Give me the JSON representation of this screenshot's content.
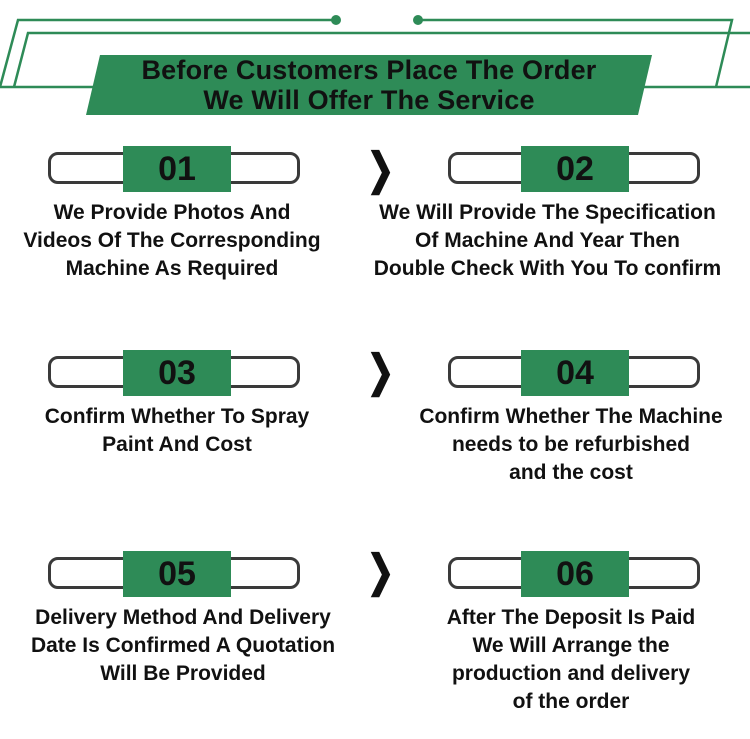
{
  "colors": {
    "accent": "#2e8b57",
    "frame": "#2e8b57",
    "text": "#111111"
  },
  "banner": {
    "line1": "Before Customers Place The Order",
    "line2": "We Will Offer The Service"
  },
  "arrow_icon": "chevron-right-icon",
  "steps": [
    {
      "number": "01",
      "lines": [
        "We Provide Photos And",
        "Videos Of The Corresponding",
        "Machine As Required"
      ]
    },
    {
      "number": "02",
      "lines": [
        "We Will Provide The Specification",
        "Of  Machine And Year Then",
        "Double Check With You To confirm"
      ]
    },
    {
      "number": "03",
      "lines": [
        "Confirm Whether To Spray",
        "Paint And Cost"
      ]
    },
    {
      "number": "04",
      "lines": [
        "Confirm Whether The Machine",
        "needs to be refurbished",
        "and the cost"
      ]
    },
    {
      "number": "05",
      "lines": [
        "Delivery Method And Delivery",
        "Date Is Confirmed A Quotation",
        "Will Be Provided"
      ]
    },
    {
      "number": "06",
      "lines": [
        "After The Deposit Is Paid",
        "We Will Arrange the",
        "production and delivery",
        "of the order"
      ]
    }
  ]
}
